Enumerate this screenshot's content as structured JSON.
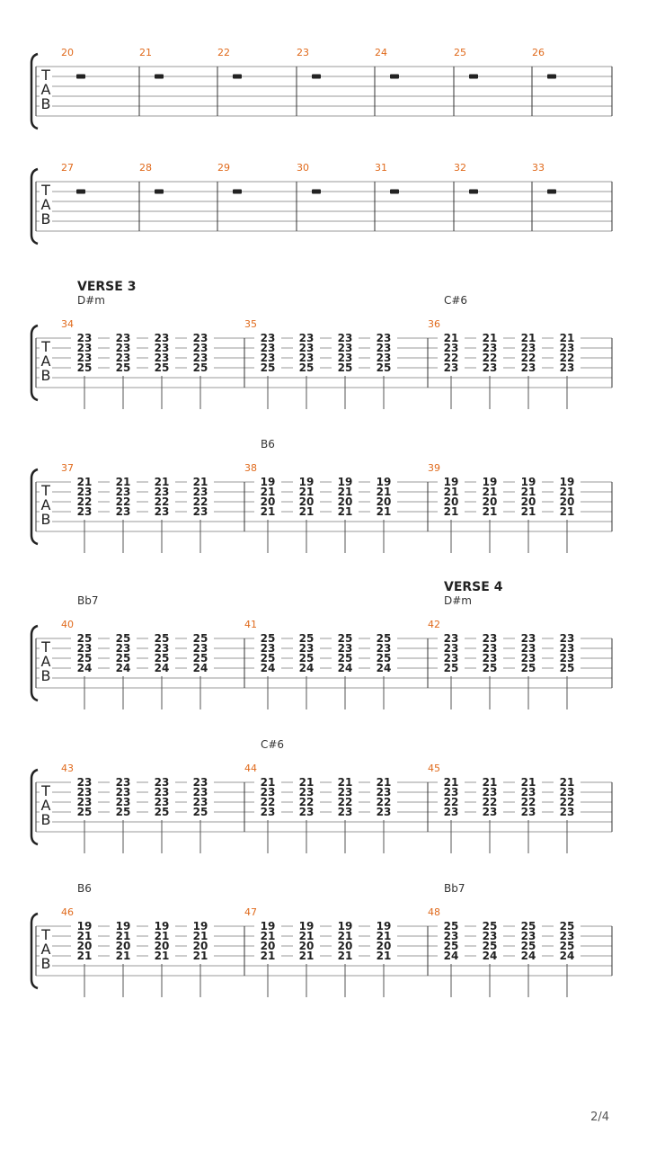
{
  "page_number": "2/4",
  "tab_letters": [
    "T",
    "A",
    "B"
  ],
  "colors": {
    "measure_number": "#e06a1c",
    "staff_line": "#999999",
    "ink": "#222222"
  },
  "systems": [
    {
      "measures": [
        {
          "number": "20",
          "rest": true
        },
        {
          "number": "21",
          "rest": true
        },
        {
          "number": "22",
          "rest": true
        },
        {
          "number": "23",
          "rest": true
        },
        {
          "number": "24",
          "rest": true
        },
        {
          "number": "25",
          "rest": true
        },
        {
          "number": "26",
          "rest": true
        }
      ]
    },
    {
      "measures": [
        {
          "number": "27",
          "rest": true
        },
        {
          "number": "28",
          "rest": true
        },
        {
          "number": "29",
          "rest": true
        },
        {
          "number": "30",
          "rest": true
        },
        {
          "number": "31",
          "rest": true
        },
        {
          "number": "32",
          "rest": true
        },
        {
          "number": "33",
          "rest": true
        }
      ]
    },
    {
      "measures": [
        {
          "number": "34",
          "section": "VERSE 3",
          "chord": "D#m",
          "beats": [
            [
              "23",
              "23",
              "23",
              "25"
            ],
            [
              "23",
              "23",
              "23",
              "25"
            ],
            [
              "23",
              "23",
              "23",
              "25"
            ],
            [
              "23",
              "23",
              "23",
              "25"
            ]
          ]
        },
        {
          "number": "35",
          "beats": [
            [
              "23",
              "23",
              "23",
              "25"
            ],
            [
              "23",
              "23",
              "23",
              "25"
            ],
            [
              "23",
              "23",
              "23",
              "25"
            ],
            [
              "23",
              "23",
              "23",
              "25"
            ]
          ]
        },
        {
          "number": "36",
          "chord": "C#6",
          "beats": [
            [
              "21",
              "23",
              "22",
              "23"
            ],
            [
              "21",
              "23",
              "22",
              "23"
            ],
            [
              "21",
              "23",
              "22",
              "23"
            ],
            [
              "21",
              "23",
              "22",
              "23"
            ]
          ]
        }
      ]
    },
    {
      "measures": [
        {
          "number": "37",
          "beats": [
            [
              "21",
              "23",
              "22",
              "23"
            ],
            [
              "21",
              "23",
              "22",
              "23"
            ],
            [
              "21",
              "23",
              "22",
              "23"
            ],
            [
              "21",
              "23",
              "22",
              "23"
            ]
          ]
        },
        {
          "number": "38",
          "chord": "B6",
          "beats": [
            [
              "19",
              "21",
              "20",
              "21"
            ],
            [
              "19",
              "21",
              "20",
              "21"
            ],
            [
              "19",
              "21",
              "20",
              "21"
            ],
            [
              "19",
              "21",
              "20",
              "21"
            ]
          ]
        },
        {
          "number": "39",
          "beats": [
            [
              "19",
              "21",
              "20",
              "21"
            ],
            [
              "19",
              "21",
              "20",
              "21"
            ],
            [
              "19",
              "21",
              "20",
              "21"
            ],
            [
              "19",
              "21",
              "20",
              "21"
            ]
          ]
        }
      ]
    },
    {
      "measures": [
        {
          "number": "40",
          "chord": "Bb7",
          "beats": [
            [
              "25",
              "23",
              "25",
              "24"
            ],
            [
              "25",
              "23",
              "25",
              "24"
            ],
            [
              "25",
              "23",
              "25",
              "24"
            ],
            [
              "25",
              "23",
              "25",
              "24"
            ]
          ]
        },
        {
          "number": "41",
          "beats": [
            [
              "25",
              "23",
              "25",
              "24"
            ],
            [
              "25",
              "23",
              "25",
              "24"
            ],
            [
              "25",
              "23",
              "25",
              "24"
            ],
            [
              "25",
              "23",
              "25",
              "24"
            ]
          ]
        },
        {
          "number": "42",
          "section": "VERSE 4",
          "chord": "D#m",
          "beats": [
            [
              "23",
              "23",
              "23",
              "25"
            ],
            [
              "23",
              "23",
              "23",
              "25"
            ],
            [
              "23",
              "23",
              "23",
              "25"
            ],
            [
              "23",
              "23",
              "23",
              "25"
            ]
          ]
        }
      ]
    },
    {
      "measures": [
        {
          "number": "43",
          "beats": [
            [
              "23",
              "23",
              "23",
              "25"
            ],
            [
              "23",
              "23",
              "23",
              "25"
            ],
            [
              "23",
              "23",
              "23",
              "25"
            ],
            [
              "23",
              "23",
              "23",
              "25"
            ]
          ]
        },
        {
          "number": "44",
          "chord": "C#6",
          "beats": [
            [
              "21",
              "23",
              "22",
              "23"
            ],
            [
              "21",
              "23",
              "22",
              "23"
            ],
            [
              "21",
              "23",
              "22",
              "23"
            ],
            [
              "21",
              "23",
              "22",
              "23"
            ]
          ]
        },
        {
          "number": "45",
          "beats": [
            [
              "21",
              "23",
              "22",
              "23"
            ],
            [
              "21",
              "23",
              "22",
              "23"
            ],
            [
              "21",
              "23",
              "22",
              "23"
            ],
            [
              "21",
              "23",
              "22",
              "23"
            ]
          ]
        }
      ]
    },
    {
      "measures": [
        {
          "number": "46",
          "chord": "B6",
          "beats": [
            [
              "19",
              "21",
              "20",
              "21"
            ],
            [
              "19",
              "21",
              "20",
              "21"
            ],
            [
              "19",
              "21",
              "20",
              "21"
            ],
            [
              "19",
              "21",
              "20",
              "21"
            ]
          ]
        },
        {
          "number": "47",
          "beats": [
            [
              "19",
              "21",
              "20",
              "21"
            ],
            [
              "19",
              "21",
              "20",
              "21"
            ],
            [
              "19",
              "21",
              "20",
              "21"
            ],
            [
              "19",
              "21",
              "20",
              "21"
            ]
          ]
        },
        {
          "number": "48",
          "chord": "Bb7",
          "beats": [
            [
              "25",
              "23",
              "25",
              "24"
            ],
            [
              "25",
              "23",
              "25",
              "24"
            ],
            [
              "25",
              "23",
              "25",
              "24"
            ],
            [
              "25",
              "23",
              "25",
              "24"
            ]
          ]
        }
      ]
    }
  ]
}
